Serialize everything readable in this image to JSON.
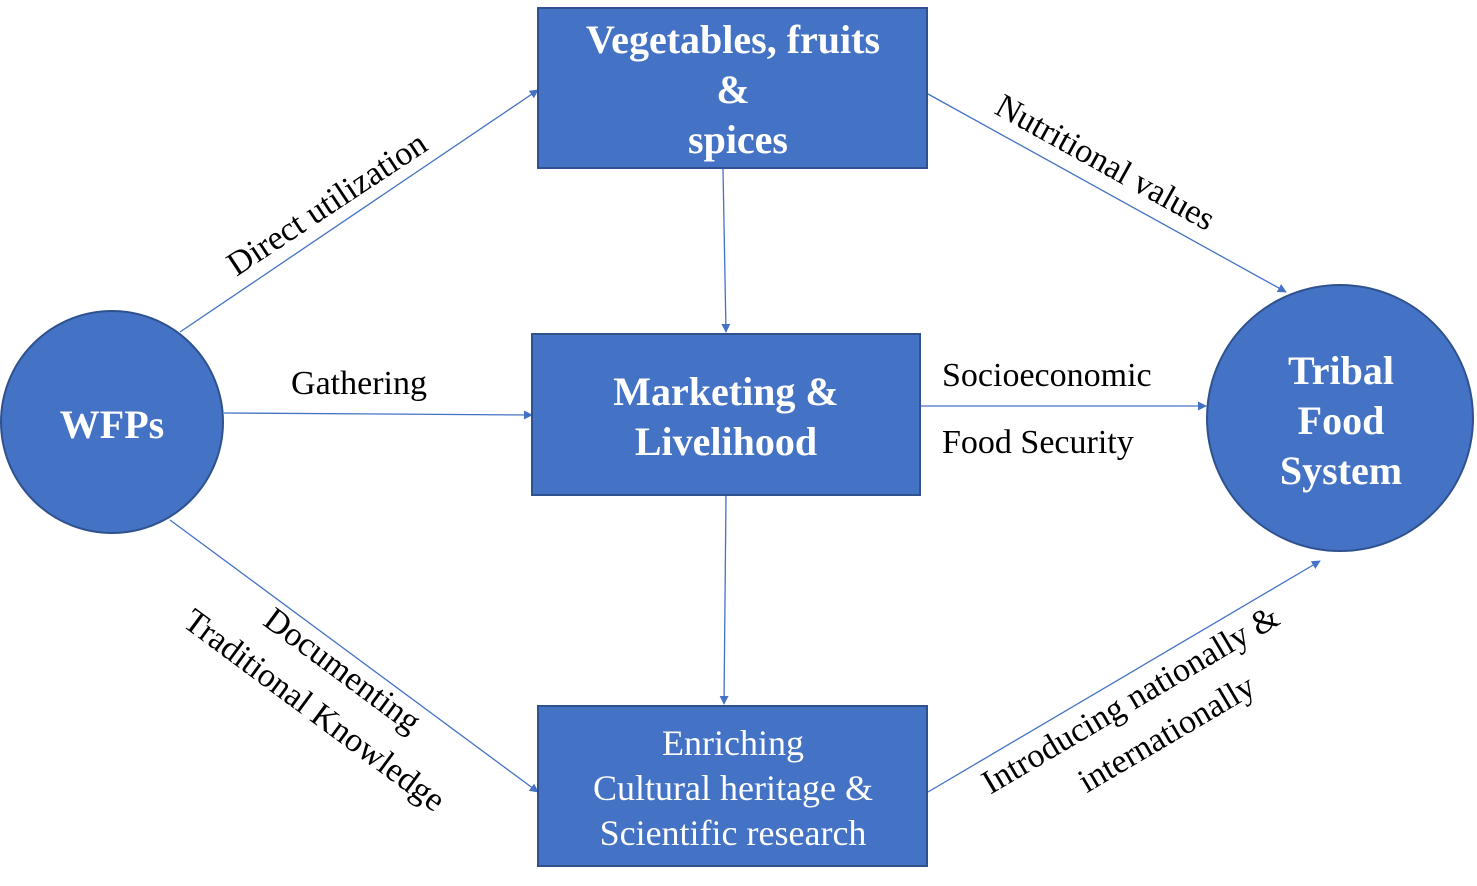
{
  "diagram": {
    "nodes": {
      "wfps": {
        "label": "WFPs"
      },
      "vegetables": {
        "lines": [
          "Vegetables, fruits",
          "&",
          "spices"
        ]
      },
      "marketing": {
        "lines": [
          "Marketing &",
          "Livelihood"
        ]
      },
      "enriching": {
        "lines": [
          "Enriching",
          "Cultural heritage &",
          "Scientific research"
        ]
      },
      "tribal": {
        "lines": [
          "Tribal",
          "Food",
          "System"
        ]
      }
    },
    "edges": {
      "direct_utilization": "Direct utilization",
      "gathering": "Gathering",
      "documenting": "Documenting",
      "traditional_knowledge": "Traditional Knowledge",
      "nutritional_values": "Nutritional values",
      "socioeconomic": "Socioeconomic",
      "food_security": "Food Security",
      "introducing": "Introducing nationally &",
      "internationally": "internationally"
    },
    "colors": {
      "node_fill": "#4472c4",
      "node_stroke": "#2f528f",
      "edge": "#4472c4",
      "node_text": "#ffffff",
      "label_text": "#000000"
    }
  }
}
